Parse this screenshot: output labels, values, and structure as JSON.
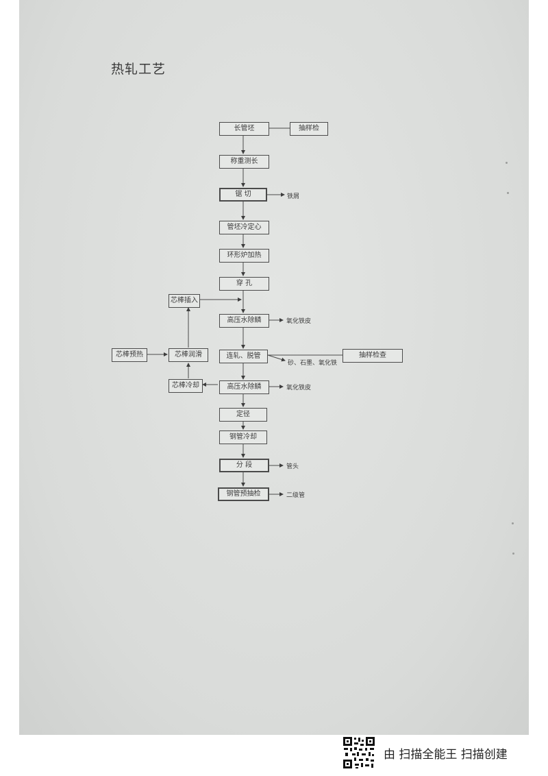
{
  "document": {
    "title": "热轧工艺"
  },
  "flow": {
    "main_steps": [
      "长管坯",
      "称重测长",
      "锯 切",
      "管坯冷定心",
      "环形炉加热",
      "穿 孔",
      "高压水除鳞",
      "连轧、脱管",
      "高压水除鳞",
      "定径",
      "钢管冷却",
      "分 段",
      "钢管预抽检"
    ],
    "side_boxes": {
      "sampling_top": "抽样检",
      "sampling_mid": "抽样检查",
      "mandrel_insert": "芯棒插入",
      "mandrel_lube": "芯棒润滑",
      "mandrel_preheat": "芯棒预热",
      "mandrel_cool": "芯棒冷却"
    },
    "outputs": {
      "saw": "铁屑",
      "descale1": "氧化铁皮",
      "rolling": "砂、石墨、氧化铁",
      "descale2": "氧化铁皮",
      "cut": "管头",
      "inspect": "二级管"
    }
  },
  "footer": {
    "scanner_text": "由 扫描全能王 扫描创建"
  }
}
